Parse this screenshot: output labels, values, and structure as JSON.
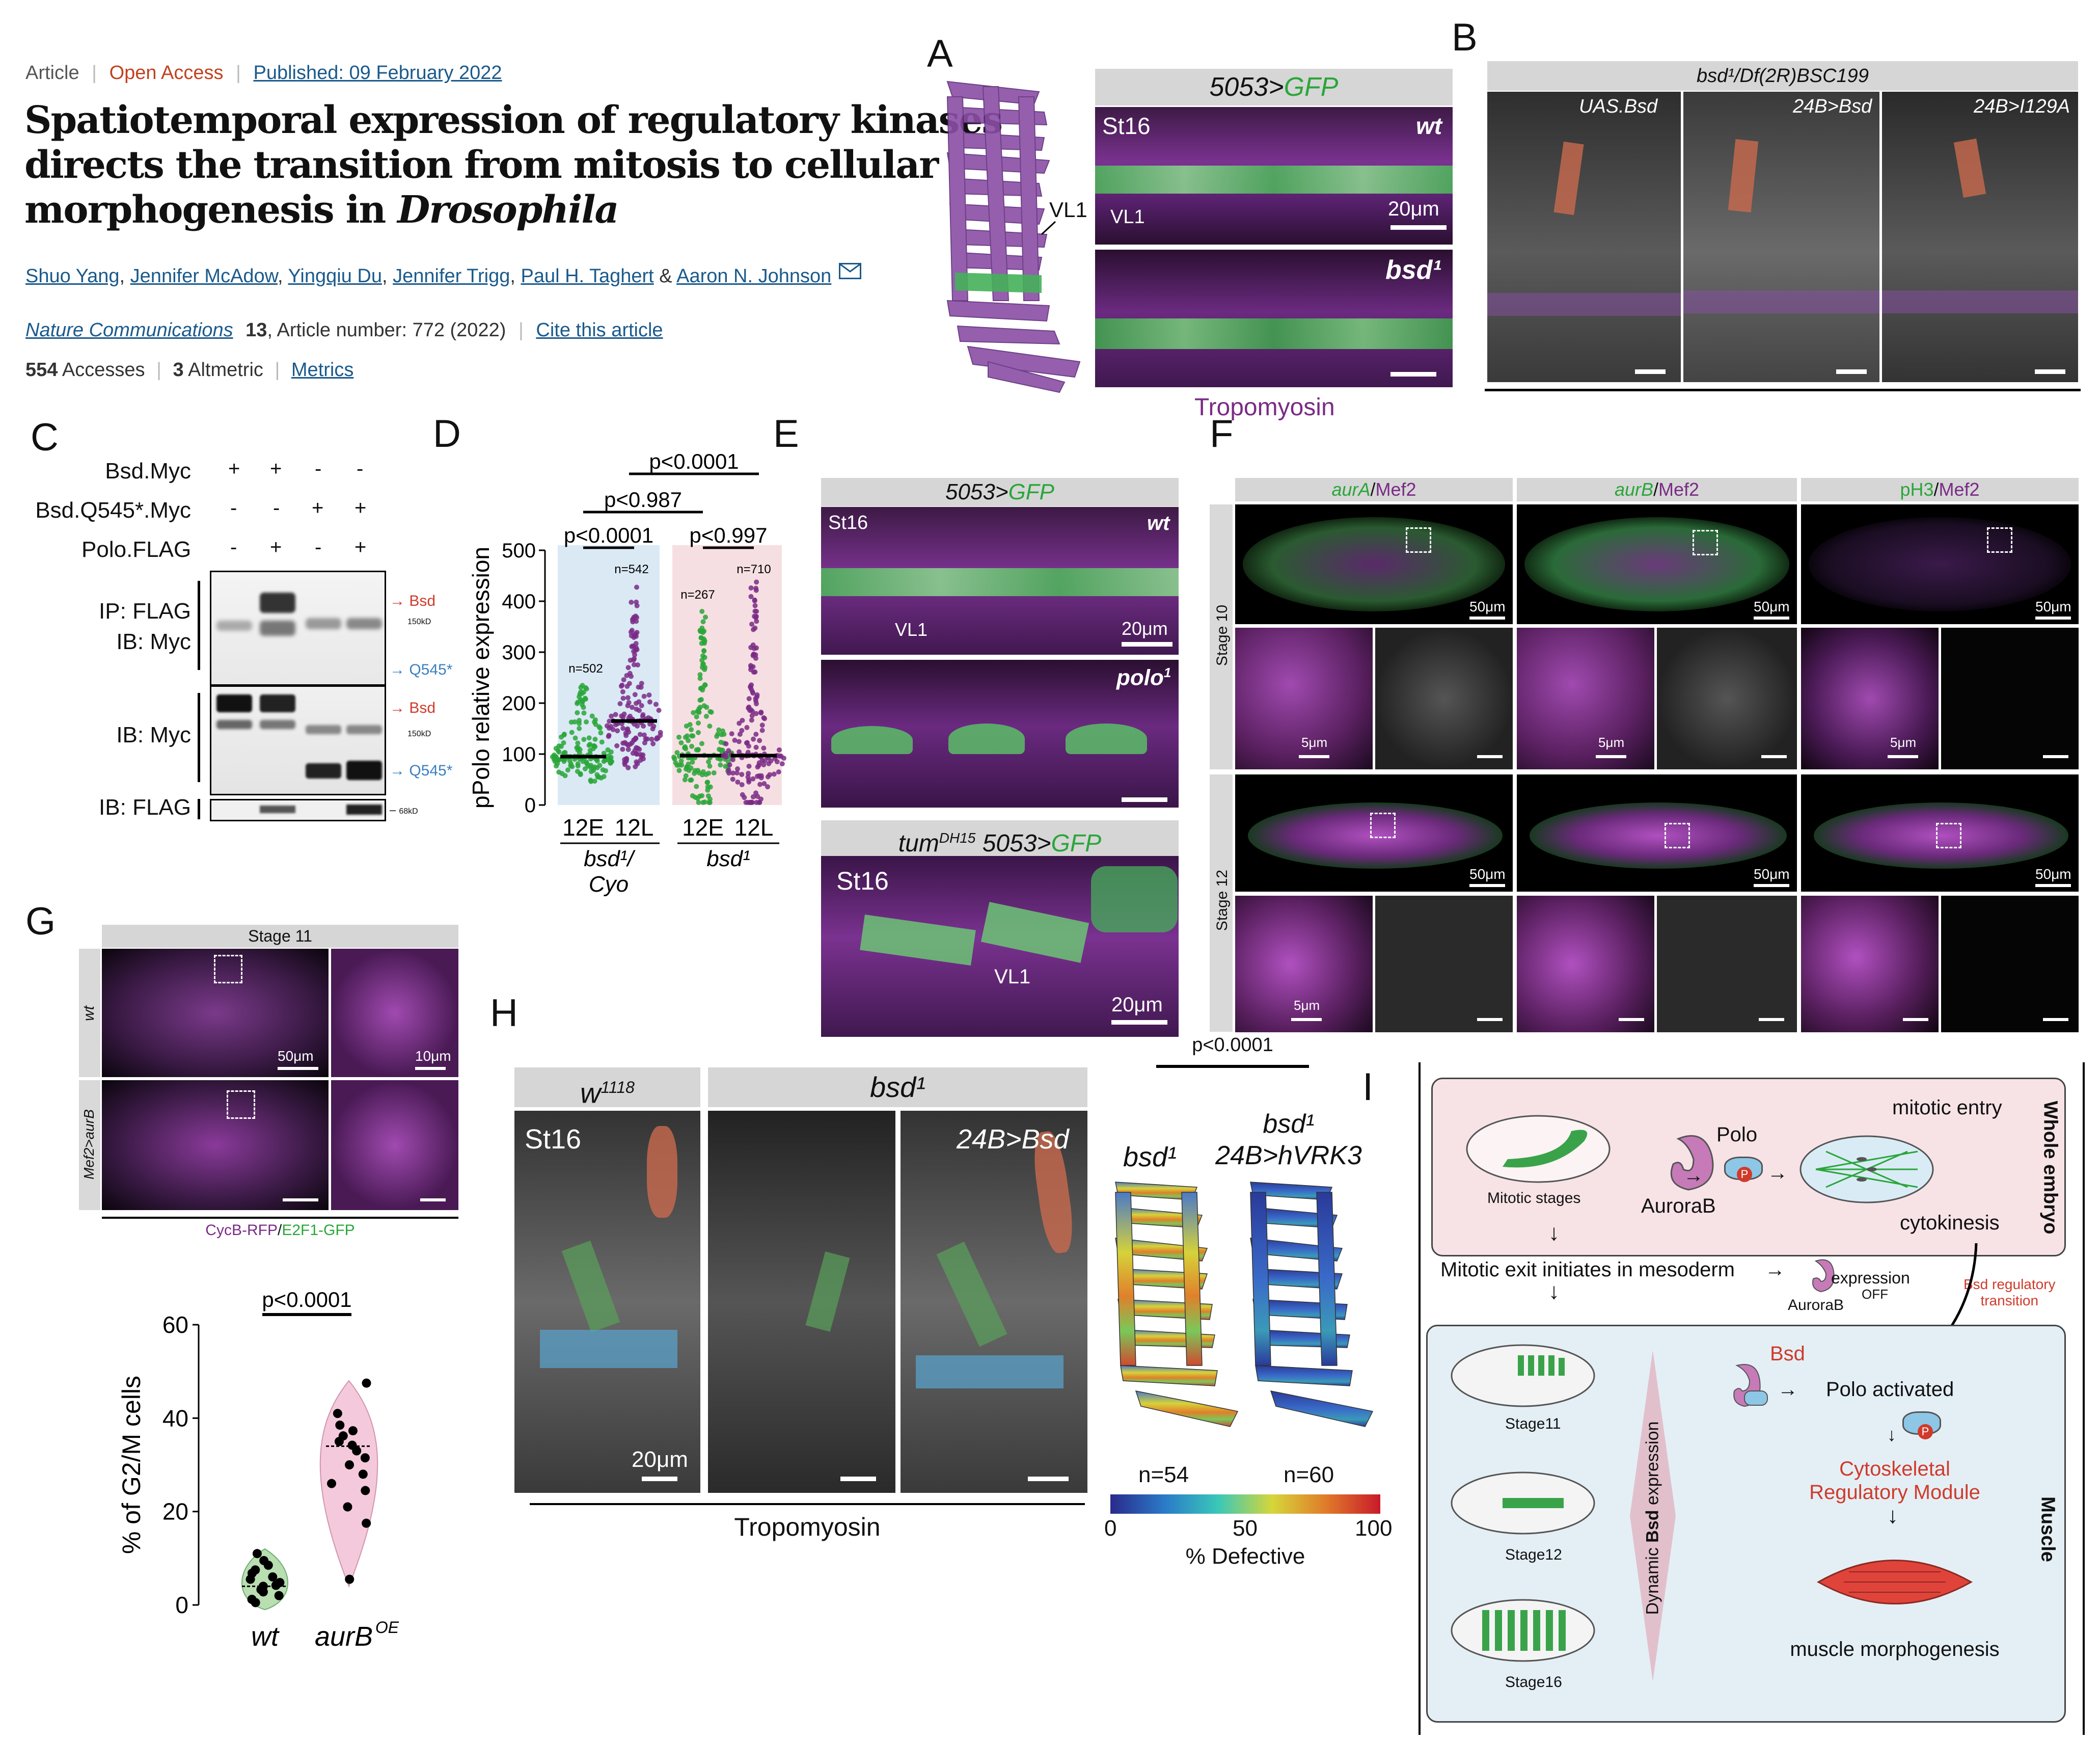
{
  "article": {
    "type": "Article",
    "access": "Open Access",
    "published": "Published: 09 February 2022",
    "title_line1": "Spatiotemporal expression of regulatory kinases",
    "title_line2": "directs the transition from mitosis to cellular",
    "title_line3": "morphogenesis in",
    "title_italic": "Drosophila",
    "authors": [
      "Shuo Yang",
      "Jennifer McAdow",
      "Yingqiu Du",
      "Jennifer Trigg",
      "Paul H. Taghert",
      "Aaron N. Johnson"
    ],
    "author_sep": ",",
    "author_and": "&",
    "journal": "Nature Communications",
    "volume": "13",
    "article_number": ", Article number: 772 (2022)",
    "cite": "Cite this article",
    "accesses_num": "554",
    "accesses_label": "Accesses",
    "altmetric_num": "3",
    "altmetric_label": "Altmetric",
    "metrics": "Metrics"
  },
  "colors": {
    "green": "#2aa63a",
    "magenta": "#7a2b86",
    "red": "#d03a2b",
    "blue": "#3a7fc0",
    "orange_link": "#c0431f"
  },
  "panelA": {
    "label": "A",
    "header_a": "5053>",
    "header_b": "GFP",
    "st": "St16",
    "wt": "wt",
    "vl1": "VL1",
    "vl1_diagram": "VL1",
    "scale": "20μm",
    "bsd": "bsd¹",
    "caption": "Tropomyosin"
  },
  "panelB": {
    "label": "B",
    "header": "bsd¹/Df(2R)BSC199",
    "sub": [
      "UAS.Bsd",
      "24B>Bsd",
      "24B>I129A"
    ]
  },
  "panelC": {
    "label": "C",
    "rows": [
      "Bsd.Myc",
      "Bsd.Q545*.Myc",
      "Polo.FLAG"
    ],
    "signs": [
      [
        "+",
        "+",
        "-",
        "-"
      ],
      [
        "-",
        "-",
        "+",
        "+"
      ],
      [
        "-",
        "+",
        "-",
        "+"
      ]
    ],
    "ip1": "IP: FLAG",
    "ip2": "IB: Myc",
    "ib_myc": "IB: Myc",
    "ib_flag": "IB: FLAG",
    "bsd": "Bsd",
    "q545": "Q545*",
    "kd150": "150kD",
    "kd68": "68kD"
  },
  "panelD": {
    "label": "D",
    "ylabel": "pPolo relative expression",
    "yticks": [
      "0",
      "100",
      "200",
      "300",
      "400",
      "500"
    ],
    "sig": [
      "p<0.0001",
      "p<0.987",
      "p<0.0001",
      "p<0.997"
    ],
    "n": [
      "n=502",
      "n=542",
      "n=267",
      "n=710"
    ],
    "xcats": [
      "12E",
      "12L",
      "12E",
      "12L"
    ],
    "groups": [
      "bsd¹/",
      "Cyo",
      "bsd¹"
    ]
  },
  "chart_data": [
    {
      "type": "scatter",
      "title": "",
      "ylabel": "pPolo relative expression",
      "ylim": [
        0,
        500
      ],
      "categories": [
        "12E",
        "12L",
        "12E",
        "12L"
      ],
      "groups": [
        "bsd¹/Cyo",
        "bsd¹"
      ],
      "medians": [
        95,
        165,
        97,
        97
      ],
      "n": [
        502,
        542,
        267,
        710
      ]
    },
    {
      "type": "scatter",
      "title": "",
      "ylabel": "% of G2/M cells",
      "ylim": [
        0,
        60
      ],
      "categories": [
        "wt",
        "aurB OE"
      ],
      "medians": [
        4,
        34
      ],
      "points": [
        [
          0.5,
          1.2,
          2,
          2.8,
          3.3,
          4,
          4.2,
          4.8,
          5.5,
          6,
          6.8,
          7.5,
          8.5,
          9.5,
          11
        ],
        [
          5.5,
          17.5,
          21,
          24.5,
          26,
          28,
          30,
          31.5,
          33,
          34.2,
          35,
          36.2,
          37.3,
          38.5,
          41,
          47.5
        ]
      ],
      "significance": "p<0.0001"
    }
  ],
  "panelE": {
    "label": "E",
    "h1a": "5053>",
    "h1b": "GFP",
    "st": "St16",
    "wt": "wt",
    "vl1": "VL1",
    "scale": "20μm",
    "polo": "polo",
    "polo_sup": "1",
    "h3a": "tum",
    "h3sup": "DH15",
    "h3b": " 5053>",
    "h3c": "GFP"
  },
  "panelF": {
    "label": "F",
    "col1a": "aurA",
    "col2a": "aurB",
    "col3a": "pH3",
    "slash": "/",
    "colb": "Mef2",
    "stage10": "Stage 10",
    "stage12": "Stage 12",
    "s50": "50μm",
    "s5": "5μm"
  },
  "panelG": {
    "label": "G",
    "header": "Stage 11",
    "wt": "wt",
    "mef": "Mef2>aurB",
    "s50": "50μm",
    "s10": "10μm",
    "caption_a": "CycB-RFP",
    "caption_b": "/",
    "caption_c": "E2F1-GFP",
    "ylabel": "% of G2/M cells",
    "yticks": [
      "0",
      "20",
      "40",
      "60"
    ],
    "sig": "p<0.0001",
    "x1": "wt",
    "x2": "aurB",
    "x2sup": "OE"
  },
  "panelH": {
    "label": "H",
    "h1": "w",
    "h1sup": "1118",
    "h2": "bsd¹",
    "st": "St16",
    "ov": "24B>Bsd",
    "scale": "20μm",
    "caption": "Tropomyosin",
    "sig": "p<0.0001",
    "d1": "bsd¹",
    "d2a": "bsd¹",
    "d2b": "24B>hVRK3",
    "n1": "n=54",
    "n2": "n=60",
    "cb": [
      "0",
      "50",
      "100"
    ],
    "cb_label": "% Defective"
  },
  "panelI": {
    "label": "I",
    "whole": "Whole embryo",
    "muscle": "Muscle",
    "mitotic_stages": "Mitotic stages",
    "polo": "Polo",
    "aurora": "AuroraB",
    "entry": "mitotic entry",
    "cyto": "cytokinesis",
    "exit": "Mitotic exit initiates in mesoderm",
    "expr": "expression",
    "off": "OFF",
    "aurora2": "AuroraB",
    "bsdreg1": "Bsd regulatory",
    "bsdreg2": "transition",
    "st11": "Stage11",
    "st12": "Stage12",
    "st16": "Stage16",
    "dyn_a": "Dynamic ",
    "dyn_b": "Bsd",
    "dyn_c": " expression",
    "bsd": "Bsd",
    "activated": "Polo activated",
    "csm1": "Cytoskeletal",
    "csm2": "Regulatory Module",
    "morph": "muscle morphogenesis",
    "p": "P"
  }
}
